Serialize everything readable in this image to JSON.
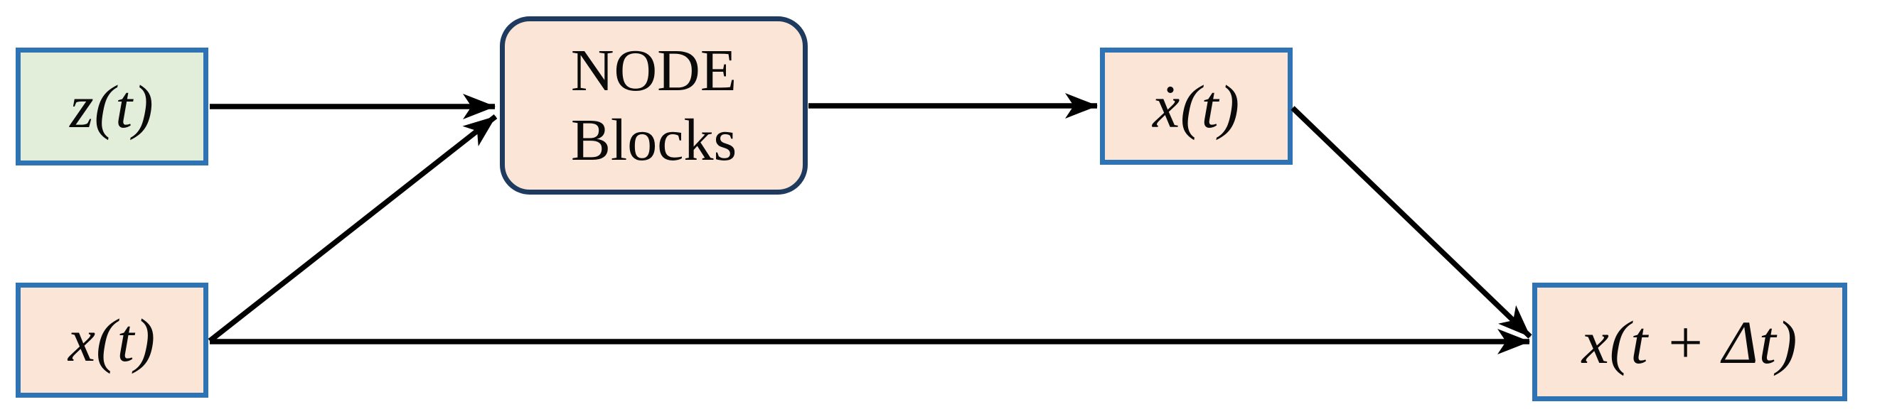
{
  "diagram": {
    "type": "flow-diagram",
    "nodes": [
      {
        "id": "z_t",
        "label": "z(t)",
        "shape": "rect",
        "fill": "#e3eeda",
        "border": "#2e74b5"
      },
      {
        "id": "x_t",
        "label": "x(t)",
        "shape": "rect",
        "fill": "#fbe5d6",
        "border": "#2e74b5"
      },
      {
        "id": "node_blocks",
        "label": "NODE Blocks",
        "line1": "NODE",
        "line2": "Blocks",
        "shape": "rounded-rect",
        "fill": "#fbe5d6",
        "border": "#1f3a5f"
      },
      {
        "id": "x_dot_t",
        "label": "ẋ(t)",
        "shape": "rect",
        "fill": "#fbe5d6",
        "border": "#2e74b5"
      },
      {
        "id": "x_t_plus_dt",
        "label": "x(t + Δt)",
        "shape": "rect",
        "fill": "#fbe5d6",
        "border": "#2e74b5"
      }
    ],
    "edges": [
      {
        "from": "z(t)",
        "to": "NODE Blocks"
      },
      {
        "from": "x(t)",
        "to": "NODE Blocks"
      },
      {
        "from": "NODE Blocks",
        "to": "ẋ(t)"
      },
      {
        "from": "ẋ(t)",
        "to": "x(t + Δt)"
      },
      {
        "from": "x(t)",
        "to": "x(t + Δt)"
      }
    ],
    "colors": {
      "background": "#ffffff",
      "arrow": "#000000",
      "text": "#0a0a0a",
      "green_fill": "#e3eeda",
      "peach_fill": "#fbe5d6",
      "blue_border": "#2e74b5",
      "navy_border": "#1f3a5f"
    }
  }
}
